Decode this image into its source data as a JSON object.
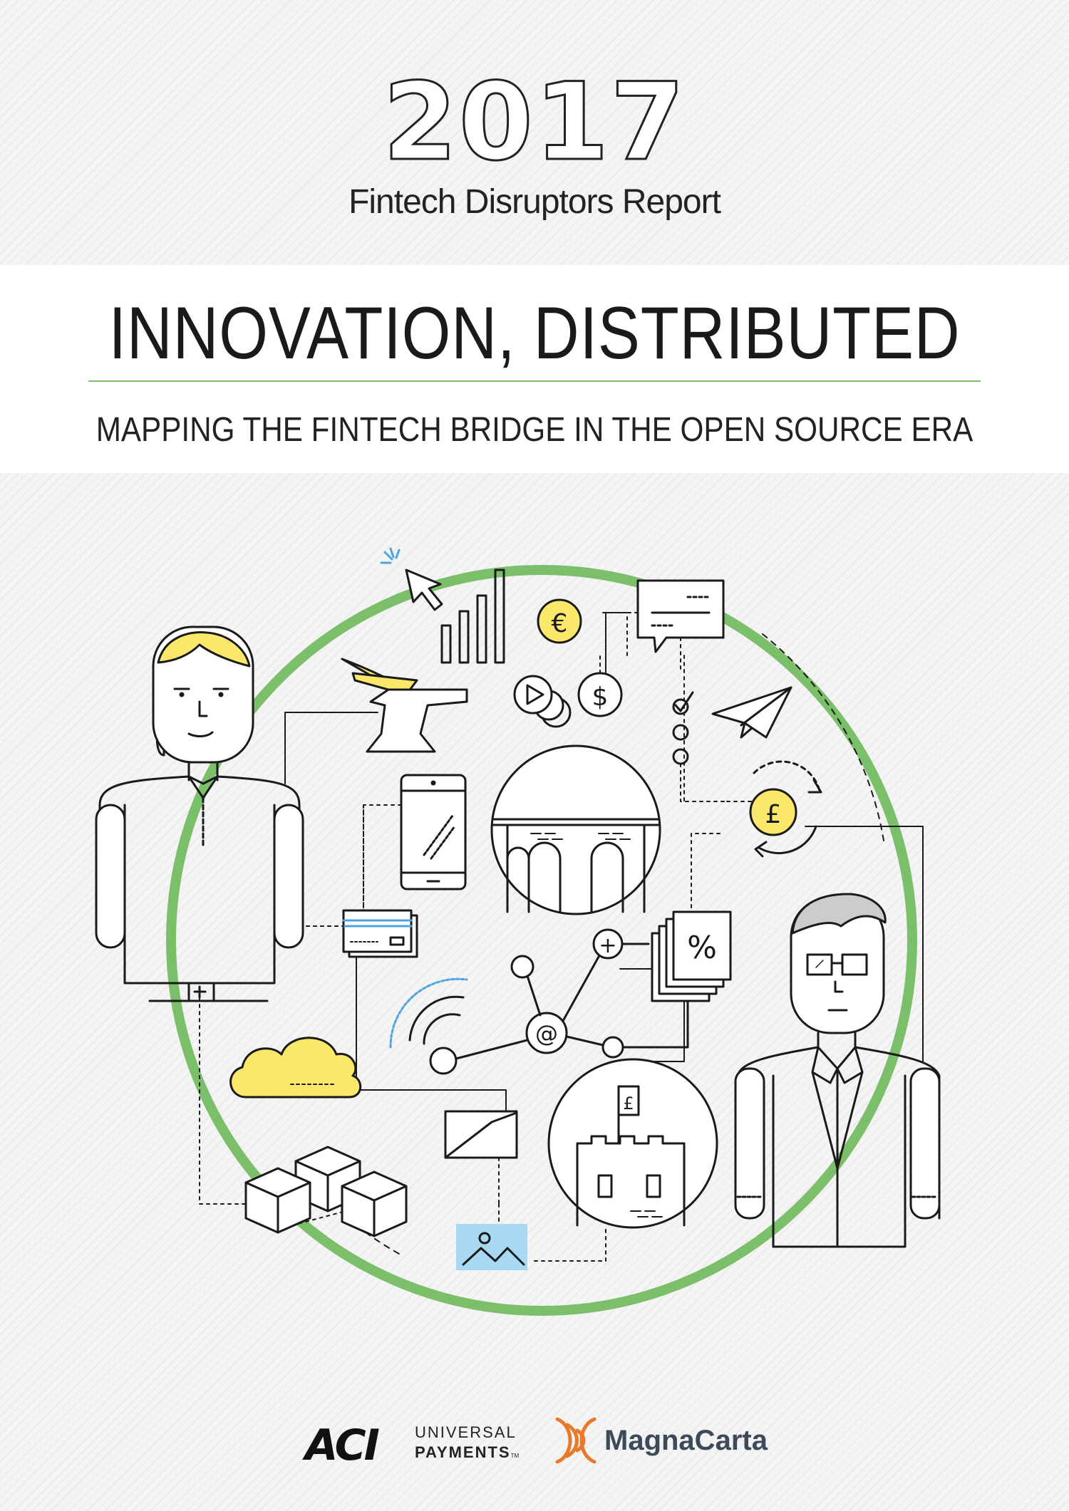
{
  "header": {
    "year": "2017",
    "report_name": "Fintech Disruptors Report"
  },
  "title": {
    "main": "INNOVATION, DISTRIBUTED",
    "subtitle": "MAPPING THE FINTECH BRIDGE IN THE OPEN SOURCE ERA"
  },
  "illustration": {
    "symbols": {
      "euro": "€",
      "dollar": "$",
      "pound": "£",
      "percent": "%",
      "plus": "+",
      "at": "@",
      "flag_pound": "£"
    },
    "colors": {
      "ring": "#7bbf6a",
      "yellow": "#fbe86a",
      "blue": "#a7d9f2",
      "gray_hair": "#cccccc",
      "line": "#1a1a1a"
    },
    "icon_names": [
      "cursor-icon",
      "bar-chart-icon",
      "euro-coin-icon",
      "chat-bubble-icon",
      "anvil-icon",
      "play-icon",
      "dollar-coin-icon",
      "checklist-icon",
      "paper-plane-icon",
      "phone-icon",
      "bridge-icon",
      "pound-coin-icon",
      "credit-card-icon",
      "network-icon",
      "percent-document-icon",
      "wifi-icon",
      "cloud-icon",
      "envelope-icon",
      "castle-icon",
      "cubes-icon",
      "picture-icon"
    ]
  },
  "logos": {
    "aci": "ACI",
    "aci_line1": "UNIVERSAL",
    "aci_line2": "PAYMENTS",
    "tm": "TM",
    "magnacarta": "MagnaCarta",
    "magnacarta_color": "#e8792a"
  }
}
